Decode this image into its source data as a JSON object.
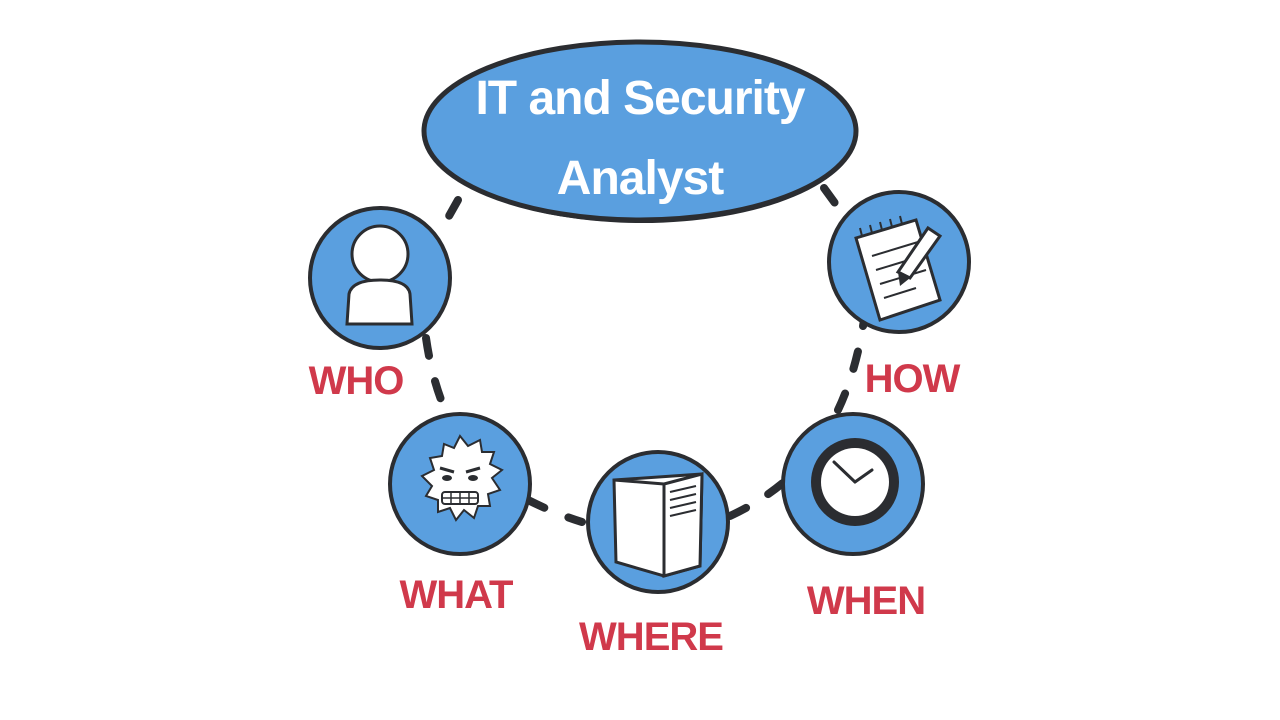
{
  "title": {
    "line1": "IT and Security",
    "line2": "Analyst"
  },
  "nodes": {
    "who": {
      "label": "WHO",
      "icon": "person-icon"
    },
    "how": {
      "label": "HOW",
      "icon": "notepad-pencil-icon"
    },
    "what": {
      "label": "WHAT",
      "icon": "virus-icon"
    },
    "where": {
      "label": "WHERE",
      "icon": "server-icon"
    },
    "when": {
      "label": "WHEN",
      "icon": "clock-icon"
    }
  },
  "colors": {
    "circle_fill": "#5a9fdf",
    "outline": "#2b2d31",
    "label": "#d0394b",
    "connector": "#2b2d31"
  }
}
